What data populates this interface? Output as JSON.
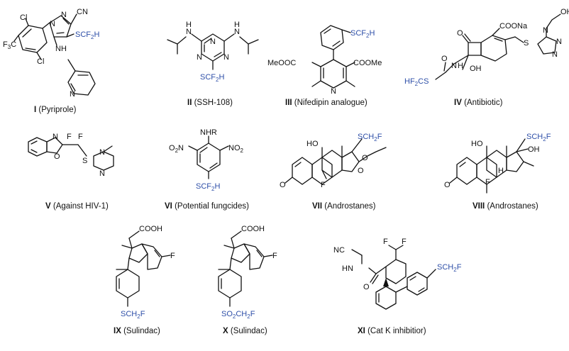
{
  "colors": {
    "ink": "#111111",
    "fluoro_group": "#2e4fa8",
    "background": "#ffffff"
  },
  "compounds": [
    {
      "id": "I",
      "name": "(Pyriprole)",
      "groups": {
        "nitrile": "CN",
        "scf2h": "SCF",
        "scf2h_sub": "2",
        "scf2h_end": "H",
        "f3c": "F",
        "f3c_sub": "3",
        "f3c_end": "C",
        "cl": "Cl",
        "n": "N",
        "nh": "NH"
      }
    },
    {
      "id": "II",
      "name": "(SSH-108)",
      "groups": {
        "scf2h": "SCF",
        "scf2h_sub": "2",
        "scf2h_end": "H",
        "n": "N",
        "h": "H"
      }
    },
    {
      "id": "III",
      "name": "(Nifedipin analogue)",
      "groups": {
        "scf2h": "SCF",
        "scf2h_sub": "2",
        "scf2h_end": "H",
        "meooc": "MeOOC",
        "coome": "COOMe",
        "n": "N"
      }
    },
    {
      "id": "IV",
      "name": "(Antibiotic)",
      "groups": {
        "oh": "OH",
        "coona": "COONa",
        "hf2cs": "HF",
        "hf2cs_sub": "2",
        "hf2cs_end": "CS",
        "o": "O",
        "n": "N",
        "h": "H",
        "s": "S"
      }
    },
    {
      "id": "V",
      "name": "(Against HIV-1)",
      "groups": {
        "f": "F",
        "n": "N",
        "o": "O",
        "s": "S"
      }
    },
    {
      "id": "VI",
      "name": "(Potential fungcides)",
      "groups": {
        "nhr": "NHR",
        "o2n": "O",
        "o2n_sub": "2",
        "o2n_end": "N",
        "no2": "NO",
        "no2_sub": "2",
        "scf2h": "SCF",
        "scf2h_sub": "2",
        "scf2h_end": "H"
      }
    },
    {
      "id": "VII",
      "name": "(Androstanes)",
      "groups": {
        "sch2f": "SCH",
        "sch2f_sub": "2",
        "sch2f_end": "F",
        "ho": "HO",
        "o": "O",
        "f": "F"
      }
    },
    {
      "id": "VIII",
      "name": "(Androstanes)",
      "groups": {
        "sch2f": "SCH",
        "sch2f_sub": "2",
        "sch2f_end": "F",
        "ho": "HO",
        "oh": "OH",
        "o": "O",
        "f": "F",
        "h": "H"
      }
    },
    {
      "id": "IX",
      "name": "(Sulindac)",
      "groups": {
        "cooh": "COOH",
        "f": "F",
        "sch2f": "SCH",
        "sch2f_sub": "2",
        "sch2f_end": "F"
      }
    },
    {
      "id": "X",
      "name": "(Sulindac)",
      "groups": {
        "cooh": "COOH",
        "f": "F",
        "so2ch2f": "SO",
        "so2ch2f_sub": "2",
        "so2ch2f_mid": "CH",
        "so2ch2f_sub2": "2",
        "so2ch2f_end": "F"
      }
    },
    {
      "id": "XI",
      "name": "(Cat K inhibitior)",
      "groups": {
        "nc": "NC",
        "hn": "HN",
        "o": "O",
        "f": "F",
        "sch2f": "SCH",
        "sch2f_sub": "2",
        "sch2f_end": "F"
      }
    }
  ]
}
